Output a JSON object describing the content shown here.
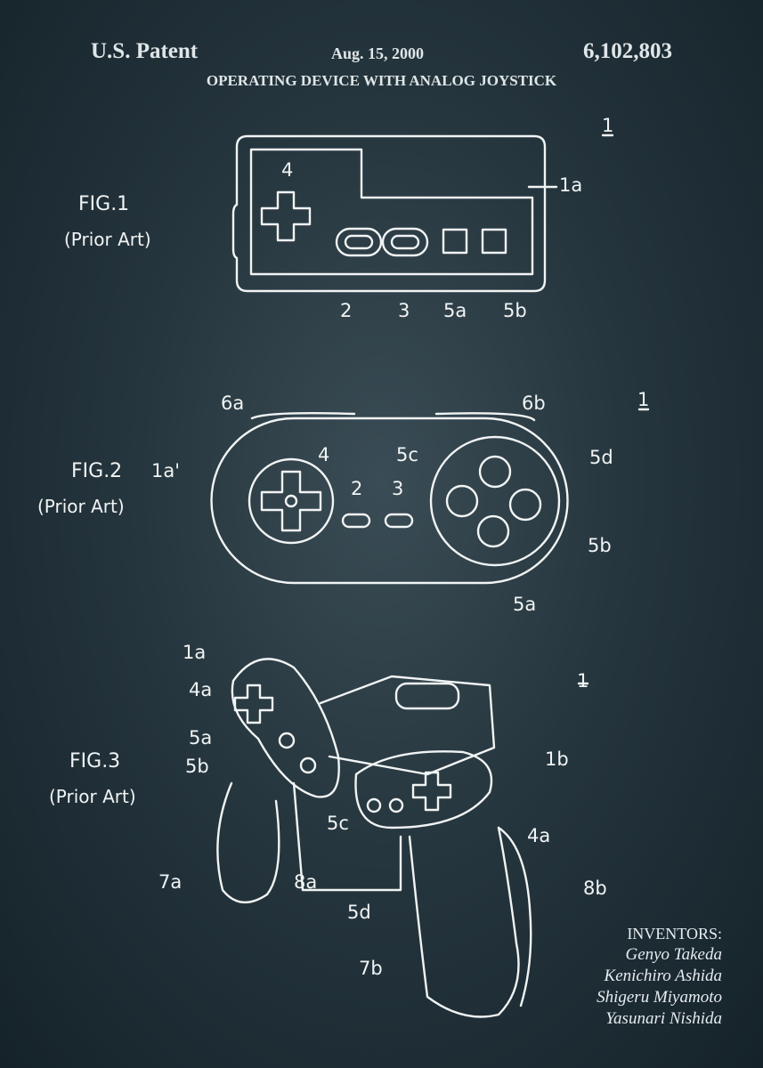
{
  "header": {
    "left": "U.S. Patent",
    "date": "Aug. 15, 2000",
    "number": "6,102,803",
    "title": "OPERATING DEVICE WITH ANALOG JOYSTICK"
  },
  "fig1": {
    "label": "FIG.1",
    "note": "(Prior Art)",
    "ref": "1",
    "parts": {
      "body": "1a",
      "dpad": "4",
      "b2": "2",
      "b3": "3",
      "b5a": "5a",
      "b5b": "5b"
    }
  },
  "fig2": {
    "label": "FIG.2",
    "body": "1a'",
    "note": "(Prior Art)",
    "ref": "1",
    "parts": {
      "l": "6a",
      "r": "6b",
      "dpad": "4",
      "b2": "2",
      "b3": "3",
      "b5a": "5a",
      "b5b": "5b",
      "b5c": "5c",
      "b5d": "5d"
    }
  },
  "fig3": {
    "label": "FIG.3",
    "note": "(Prior Art)",
    "ref": "1",
    "parts": {
      "a1": "1a",
      "a4": "4a",
      "a5": "5a",
      "b5": "5b",
      "b1": "1b",
      "c5": "5c",
      "b4": "4a",
      "g7a": "7a",
      "g8a": "8a",
      "d5": "5d",
      "g8b": "8b",
      "g7b": "7b"
    }
  },
  "inventors": {
    "heading": "INVENTORS:",
    "names": [
      "Genyo Takeda",
      "Kenichiro Ashida",
      "Shigeru Miyamoto",
      "Yasunari Nishida"
    ]
  }
}
